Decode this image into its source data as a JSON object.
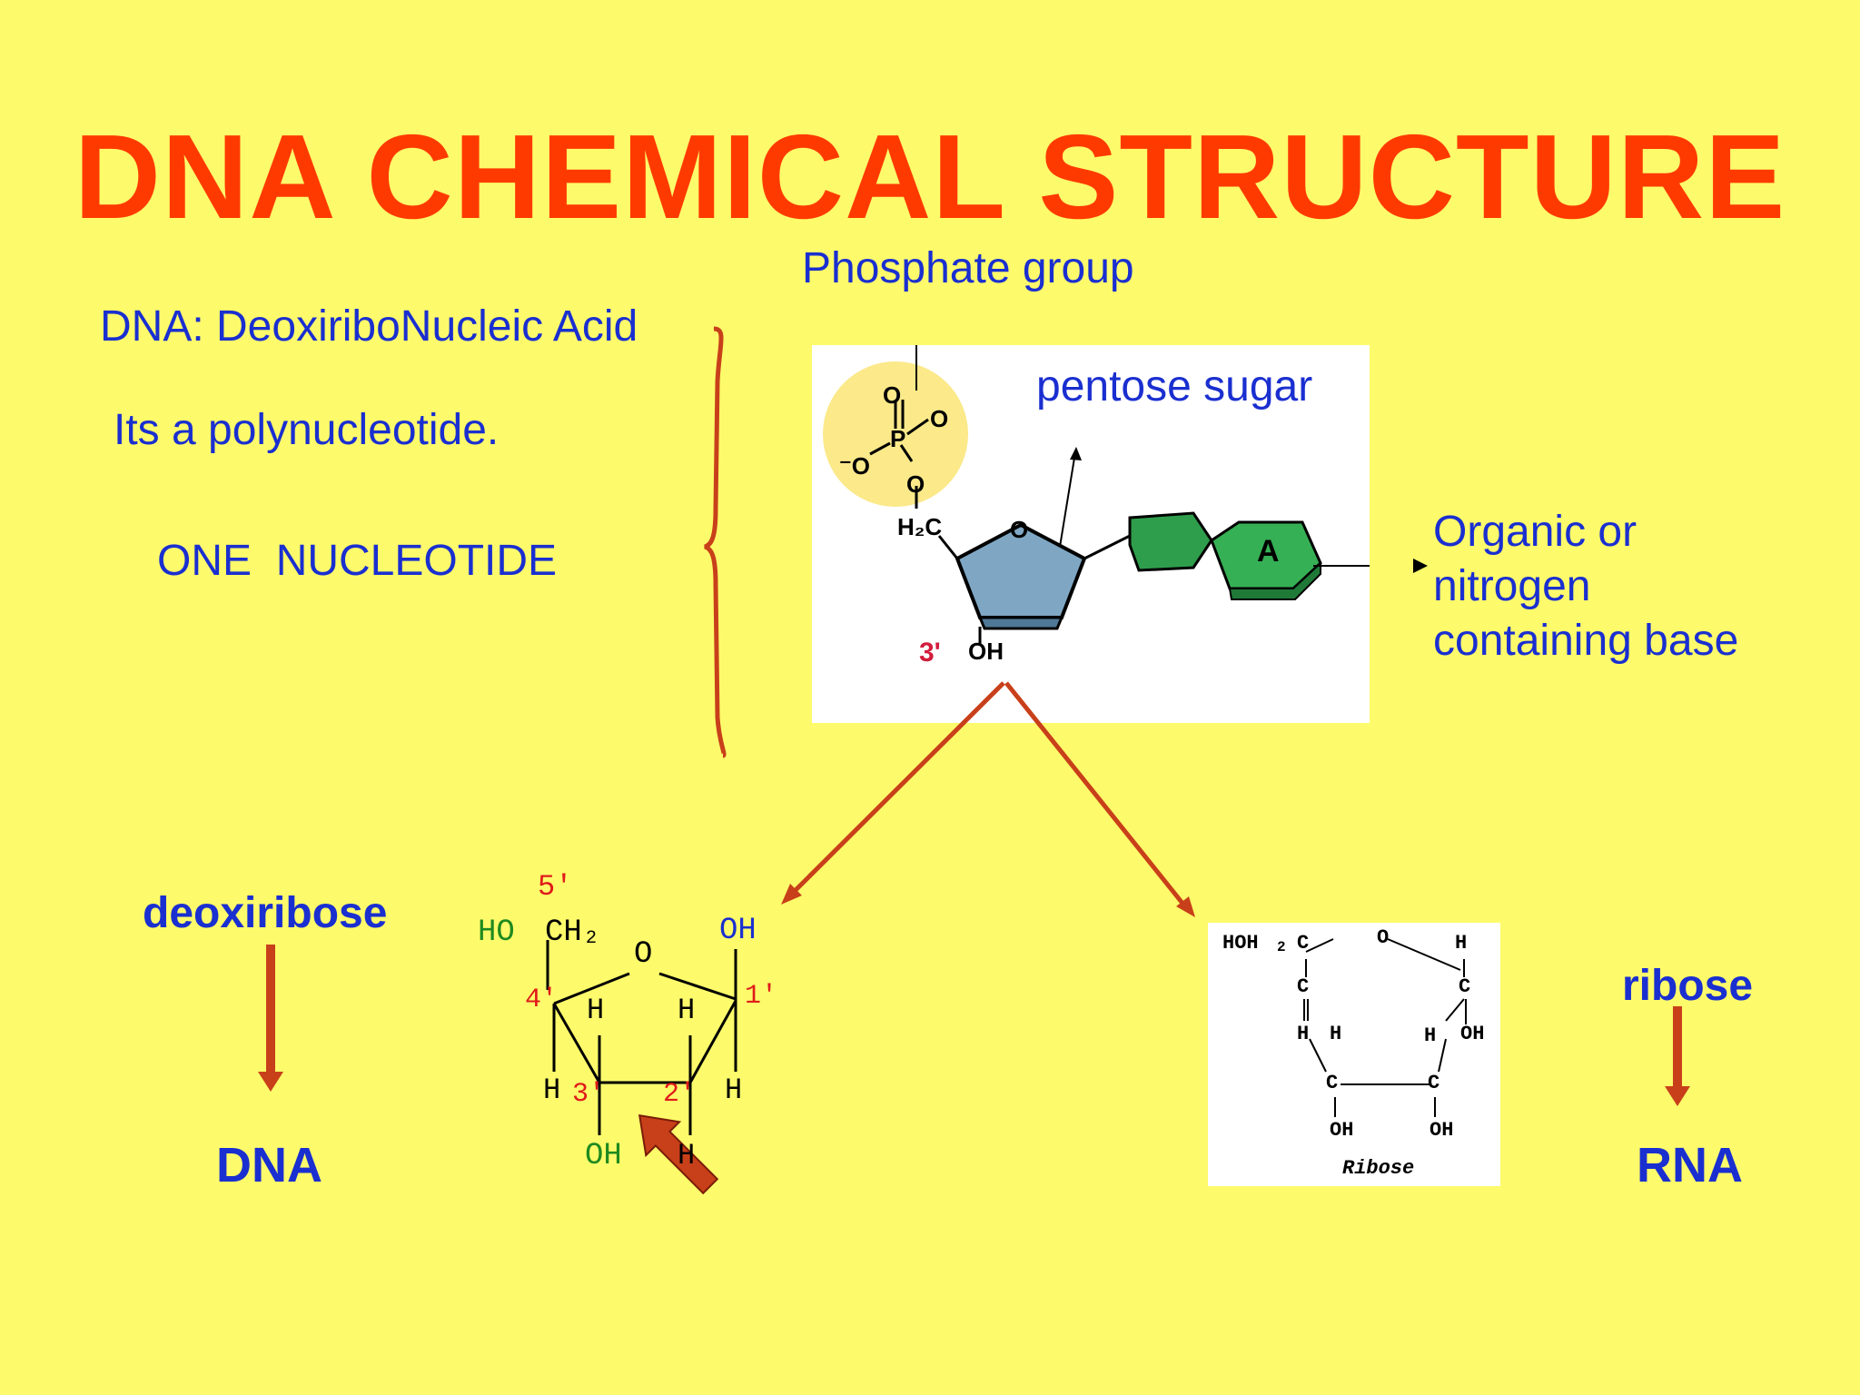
{
  "slide": {
    "title": "DNA CHEMICAL STRUCTURE",
    "definition": "DNA: DeoxiriboNucleic Acid",
    "polynucleotide": "Its a polynucleotide.",
    "one_nucleotide": "ONE  NUCLEOTIDE"
  },
  "nucleotide": {
    "phosphate_label": "Phosphate group",
    "sugar_label": "pentose sugar",
    "base_label_lines": [
      "Organic or",
      "nitrogen",
      "containing base"
    ],
    "base_letter": "A",
    "h2c": "H₂C",
    "ring_o": "O",
    "oh": "OH",
    "three_prime": "3'",
    "p": "P",
    "o": "O",
    "o_minus": "⁻O"
  },
  "deoxyribose": {
    "label": "deoxiribose",
    "product": "DNA",
    "five_prime": "5'",
    "ho_ch2": "HO",
    "ch2": "CH₂",
    "oh_top": "OH",
    "ring_o": "O",
    "four_prime": "4'",
    "one_prime": "1'",
    "three_prime": "3'",
    "two_prime": "2'",
    "h": "H",
    "oh_bottom": "OH"
  },
  "ribose": {
    "label": "ribose",
    "product": "RNA",
    "hoh2c": "HOH",
    "sub2": "2",
    "c": "C",
    "o": "O",
    "h": "H",
    "oh": "OH",
    "caption": "Ribose"
  },
  "colors": {
    "background": "#fdfb6b",
    "title": "#ff3a00",
    "text_blue": "#1a2fd0",
    "arrow": "#c8401a",
    "phosphate_circle": "#fbe98a",
    "sugar": "#7fa7c4",
    "base": "#2f9e4c"
  }
}
